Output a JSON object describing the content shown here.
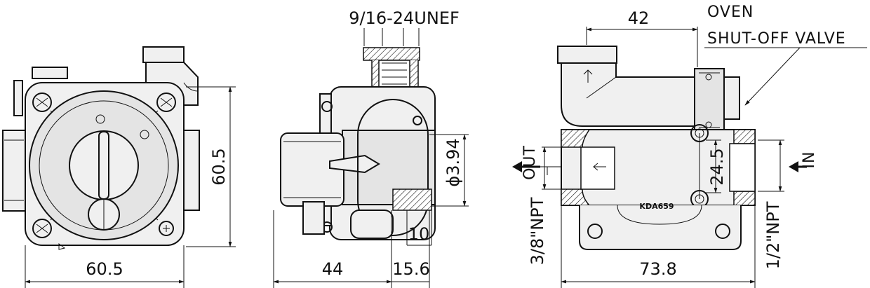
{
  "front_view": {
    "width_dim": "60.5",
    "height_dim": "60.5"
  },
  "side_view": {
    "thread_label": "9/16-24UNEF",
    "diameter_dim": "ϕ3.94",
    "depth_dim": "10",
    "body_dim": "44",
    "offset_dim": "15.6"
  },
  "rear_view": {
    "top_dim": "42",
    "valve_label_line1": "OVEN",
    "valve_label_line2": "SHUT-OFF VALVE",
    "outlet_label": "OUT",
    "inlet_label": "IN",
    "center_dim": "24.5",
    "outlet_thread": "3/8\"NPT",
    "inlet_thread": "1/2\"NPT",
    "width_dim": "73.8",
    "model_marking": "KDA659"
  }
}
